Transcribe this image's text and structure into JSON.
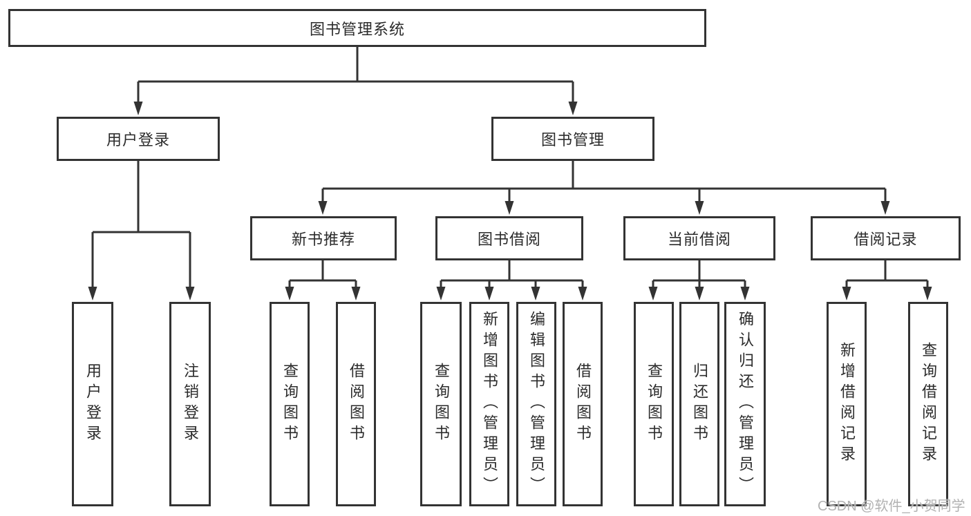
{
  "tree": {
    "root": {
      "label": "图书管理系统"
    },
    "children": [
      {
        "label": "用户登录",
        "children": [
          {
            "label": "用户登录"
          },
          {
            "label": "注销登录"
          }
        ]
      },
      {
        "label": "图书管理",
        "children": [
          {
            "label": "新书推荐",
            "children": [
              {
                "label": "查询图书"
              },
              {
                "label": "借阅图书"
              }
            ]
          },
          {
            "label": "图书借阅",
            "children": [
              {
                "label": "查询图书"
              },
              {
                "label": "新增图书（管理员）"
              },
              {
                "label": "编辑图书（管理员）"
              },
              {
                "label": "借阅图书"
              }
            ]
          },
          {
            "label": "当前借阅",
            "children": [
              {
                "label": "查询图书"
              },
              {
                "label": "归还图书"
              },
              {
                "label": "确认归还（管理员）"
              }
            ]
          },
          {
            "label": "借阅记录",
            "children": [
              {
                "label": "新增借阅记录"
              },
              {
                "label": "查询借阅记录"
              }
            ]
          }
        ]
      }
    ]
  },
  "watermark": {
    "text": "CSDN @软件_小贺同学"
  },
  "colors": {
    "line": "#333333",
    "box_border": "#333333",
    "text": "#2b2b2b",
    "watermark": "#b2b2b2",
    "background": "#ffffff"
  }
}
